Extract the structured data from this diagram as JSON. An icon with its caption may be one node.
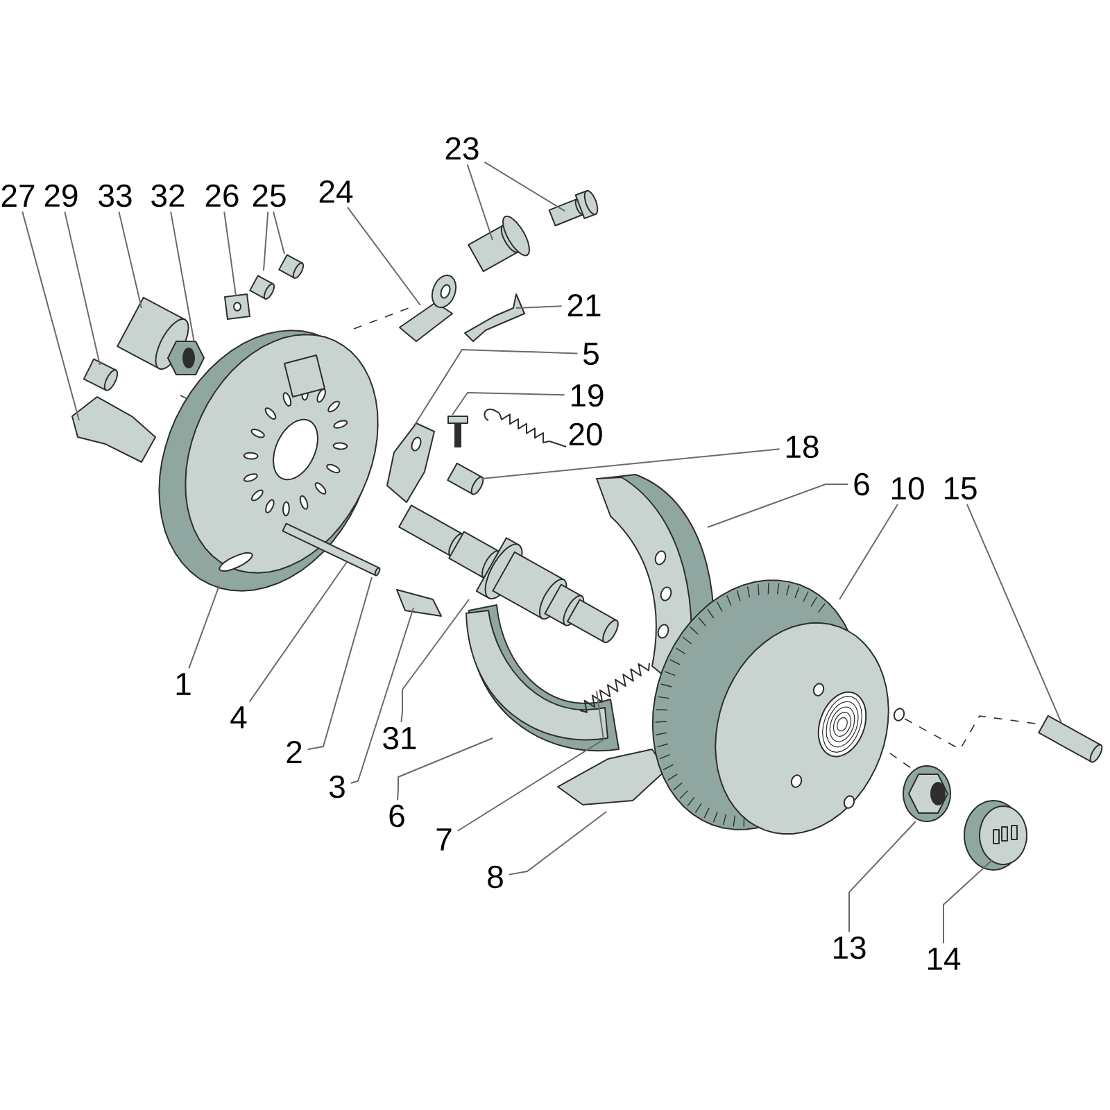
{
  "diagram": {
    "nodes": [
      {
        "text": [
          "23"
        ]
      },
      {
        "text": [
          "27"
        ]
      },
      {
        "text": [
          "29"
        ]
      },
      {
        "text": [
          "33"
        ]
      },
      {
        "text": [
          "32"
        ]
      },
      {
        "text": [
          "26"
        ]
      },
      {
        "text": [
          "25"
        ]
      },
      {
        "text": [
          "24"
        ]
      },
      {
        "text": [
          "21"
        ]
      },
      {
        "text": [
          "5"
        ]
      },
      {
        "text": [
          "19"
        ]
      },
      {
        "text": [
          "18"
        ]
      },
      {
        "text": [
          "6"
        ]
      },
      {
        "text": [
          "10"
        ]
      },
      {
        "text": [
          "15"
        ]
      },
      {
        "text": [
          "1"
        ]
      },
      {
        "text": [
          "4"
        ]
      },
      {
        "text": [
          "2"
        ]
      },
      {
        "text": [
          "31"
        ]
      },
      {
        "text": [
          "3"
        ]
      },
      {
        "text": [
          "6"
        ]
      },
      {
        "text": [
          "7"
        ]
      },
      {
        "text": [
          "8"
        ]
      },
      {
        "text": [
          "13"
        ]
      },
      {
        "text": [
          "14"
        ]
      }
    ],
    "edges": [
      {
        "from": 0,
        "to": null,
        "arrow": "none"
      },
      {
        "from": 0,
        "to": null,
        "arrow": "none"
      },
      {
        "from": 1,
        "to": null,
        "arrow": "none"
      },
      {
        "from": 2,
        "to": null,
        "arrow": "none"
      },
      {
        "from": 3,
        "to": null,
        "arrow": "none"
      },
      {
        "from": 4,
        "to": null,
        "arrow": "none"
      },
      {
        "from": 5,
        "to": null,
        "arrow": "none"
      },
      {
        "from": 6,
        "to": null,
        "arrow": "none"
      },
      {
        "from": 6,
        "to": null,
        "arrow": "none"
      },
      {
        "from": 7,
        "to": null,
        "arrow": "none"
      },
      {
        "from": 8,
        "to": null,
        "arrow": "none"
      },
      {
        "from": 9,
        "to": null,
        "arrow": "none"
      },
      {
        "from": 10,
        "to": null,
        "arrow": "none"
      },
      {
        "from": 11,
        "to": null,
        "arrow": "none"
      },
      {
        "from": 12,
        "to": null,
        "arrow": "none"
      },
      {
        "from": 13,
        "to": null,
        "arrow": "none"
      },
      {
        "from": 14,
        "to": null,
        "arrow": "none"
      },
      {
        "from": 15,
        "to": null,
        "arrow": "none"
      },
      {
        "from": 16,
        "to": null,
        "arrow": "none"
      },
      {
        "from": 17,
        "to": null,
        "arrow": "none"
      },
      {
        "from": 18,
        "to": null,
        "arrow": "none"
      },
      {
        "from": 19,
        "to": null,
        "arrow": "none"
      },
      {
        "from": 20,
        "to": null,
        "arrow": "none"
      },
      {
        "from": 21,
        "to": null,
        "arrow": "none"
      },
      {
        "from": 22,
        "to": null,
        "arrow": "none"
      },
      {
        "from": 23,
        "to": null,
        "arrow": "none"
      },
      {
        "from": 24,
        "to": null,
        "arrow": "none"
      }
    ],
    "labels": [
      "20"
    ]
  }
}
